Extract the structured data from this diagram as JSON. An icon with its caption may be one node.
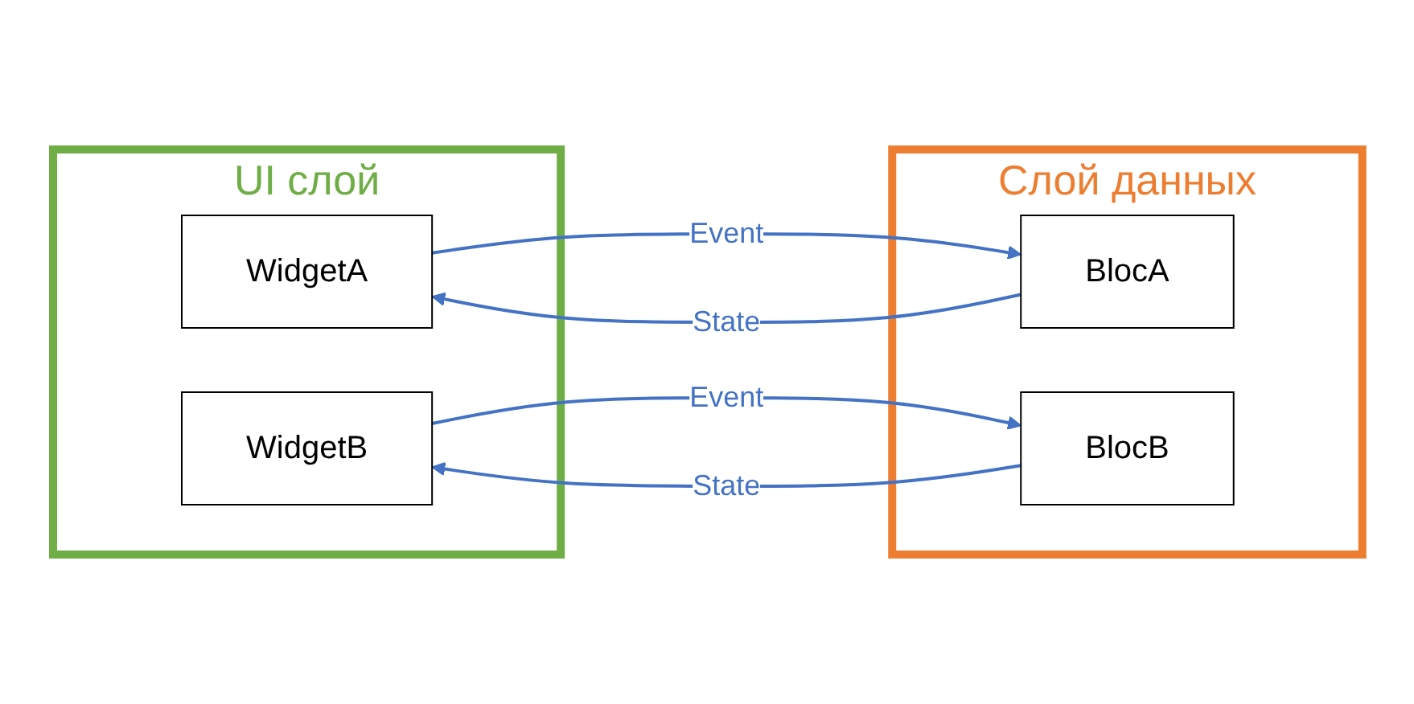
{
  "diagram": {
    "nodes": [
      {
        "text": [
          "UI слой"
        ]
      },
      {
        "text": [
          "WidgetA"
        ],
        "in": 0
      },
      {
        "text": [
          "WidgetB"
        ],
        "in": 0
      },
      {
        "text": [
          "Слой данных"
        ]
      },
      {
        "text": [
          "BlocA"
        ],
        "in": 3
      },
      {
        "text": [
          "BlocB"
        ],
        "in": 3
      }
    ],
    "edges": [
      {
        "from": 1,
        "to": 4,
        "arrow": "to",
        "label": "Event"
      },
      {
        "from": 4,
        "to": 1,
        "arrow": "to",
        "label": "State"
      },
      {
        "from": 2,
        "to": 5,
        "arrow": "to",
        "label": "Event"
      },
      {
        "from": 5,
        "to": 2,
        "arrow": "to",
        "label": "State"
      }
    ]
  }
}
